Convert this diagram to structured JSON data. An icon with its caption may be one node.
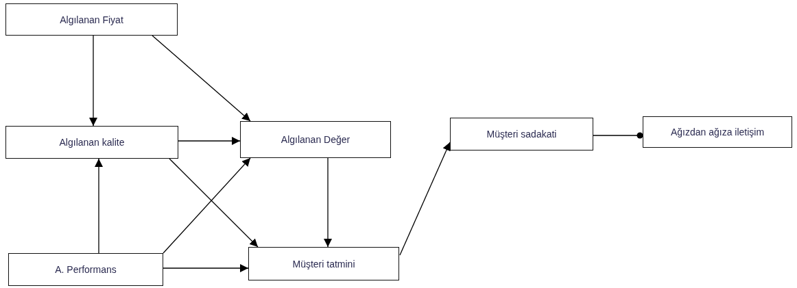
{
  "diagram": {
    "nodes": [
      {
        "text": [
          "Algılanan Fiyat"
        ]
      },
      {
        "text": [
          "Algılanan kalite"
        ]
      },
      {
        "text": [
          "Algılanan Değer"
        ]
      },
      {
        "text": [
          "A. Performans"
        ]
      },
      {
        "text": [
          "Müşteri tatmini"
        ]
      },
      {
        "text": [
          "Müşteri sadakati"
        ]
      },
      {
        "text": [
          "Ağızdan ağıza iletişim"
        ]
      }
    ],
    "edges": [
      {
        "from": 0,
        "to": 1,
        "arrow": "to"
      },
      {
        "from": 0,
        "to": 2,
        "arrow": "to"
      },
      {
        "from": 1,
        "to": 2,
        "arrow": "to"
      },
      {
        "from": 1,
        "to": 4,
        "arrow": "to"
      },
      {
        "from": 3,
        "to": 1,
        "arrow": "to"
      },
      {
        "from": 3,
        "to": 2,
        "arrow": "to"
      },
      {
        "from": 3,
        "to": 4,
        "arrow": "to"
      },
      {
        "from": 2,
        "to": 4,
        "arrow": "to"
      },
      {
        "from": 4,
        "to": 5,
        "arrow": "to"
      },
      {
        "from": 5,
        "to": 6,
        "arrow": "other"
      }
    ]
  }
}
